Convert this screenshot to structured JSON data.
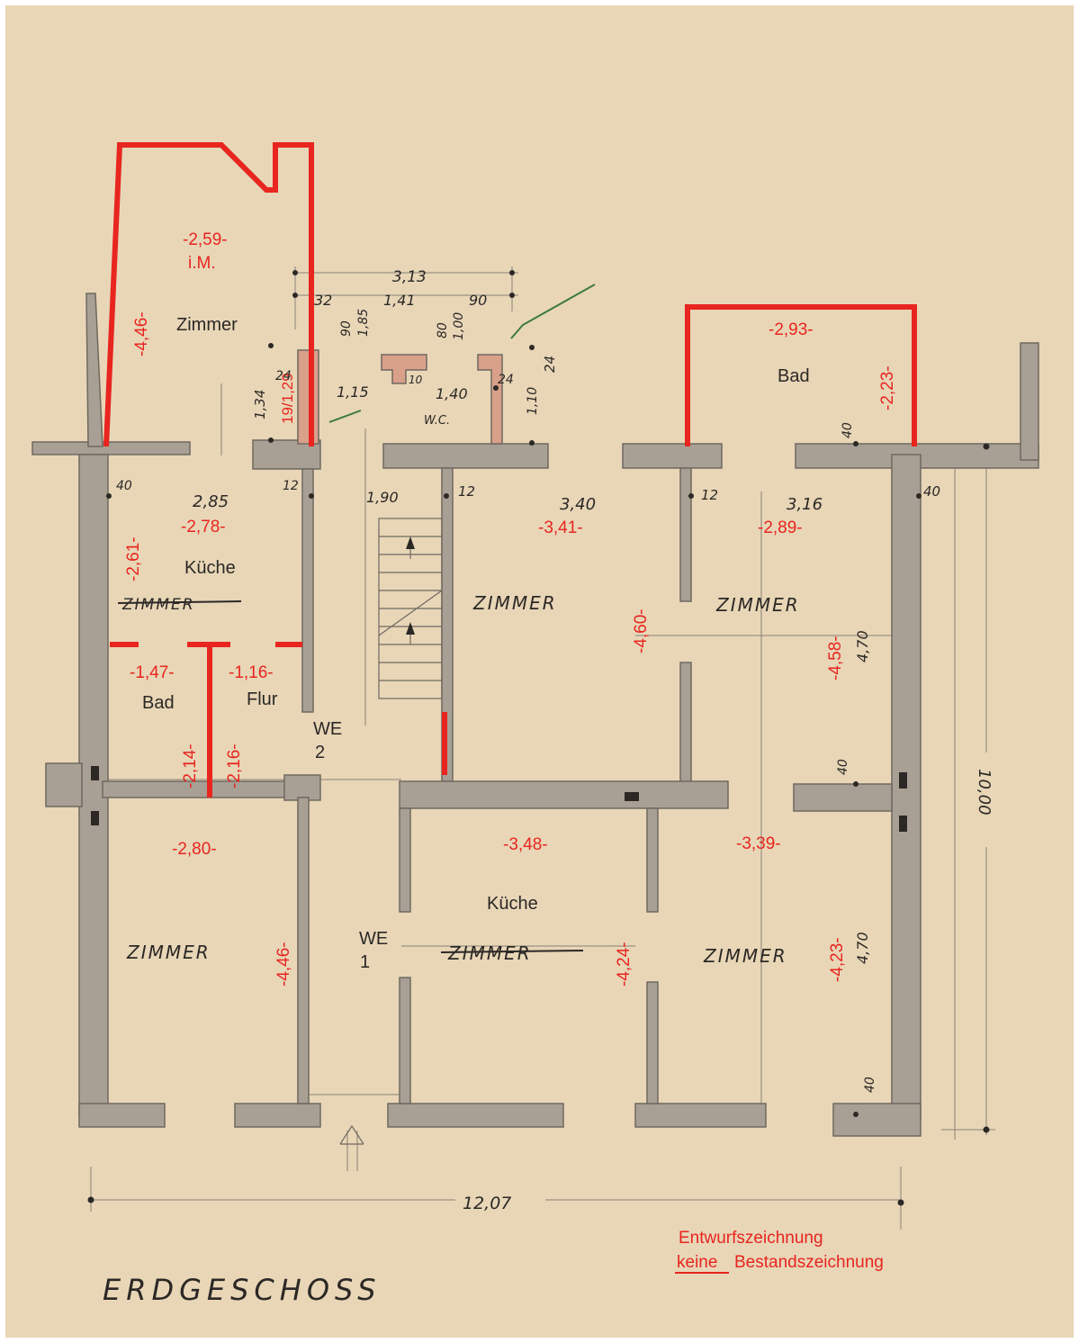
{
  "title": "ERDGESCHOSS",
  "note": {
    "line1": "Entwurfszeichnung",
    "keine": "keine",
    "rest": "Bestandszeichnung"
  },
  "colors": {
    "paper": "#e8d6b7",
    "wall": "#a9a095",
    "red": "#e8251f",
    "ink": "#2b2825"
  },
  "room_labels": {
    "zimmer_extension": "Zimmer",
    "bad_right": "Bad",
    "kueche_top": "Küche",
    "bad_small": "Bad",
    "flur": "Flur",
    "we2_a": "WE",
    "we2_b": "2",
    "we1_a": "WE",
    "we1_b": "1",
    "kueche_bottom": "Küche",
    "wc": "W.C.",
    "zimmer_crossed_top": "ZIMMER",
    "zimmer_mid": "ZIMMER",
    "zimmer_right_top": "ZIMMER",
    "zimmer_left_bottom": "ZIMMER",
    "zimmer_crossed_bottom": "ZIMMER",
    "zimmer_right_bottom": "ZIMMER"
  },
  "red_dims": {
    "ext_area": "-2,59-",
    "ext_area_note": "i.M.",
    "ext_depth": "-4,46-",
    "bad_width": "-2,93-",
    "bad_depth": "-2,23-",
    "stair_19": "19/1,29",
    "kueche_w": "-2,78-",
    "kueche_d": "-2,61-",
    "mid_w": "-3,41-",
    "right_w": "-2,89-",
    "mid_d": "-4,60-",
    "right_d": "-4,58-",
    "bad_w": "-1,47-",
    "flur_w": "-1,16-",
    "bad_d": "-2,14-",
    "flur_d": "-2,16-",
    "left_w": "-2,80-",
    "left_d": "-4,46-",
    "kueche_b_w": "-3,48-",
    "kueche_b_d": "-4,24-",
    "right_b_w": "-3,39-",
    "right_b_d": "-4,23-"
  },
  "hand_dims": {
    "d_313": "3,13",
    "d_32": "32",
    "d_141": "1,41",
    "d_90": "90",
    "d_90v": "90",
    "d_185": "1,85",
    "d_80": "80",
    "d_100": "1,00",
    "d_134": "1,34",
    "d_24a": "24",
    "d_115": "1,15",
    "d_10": "10",
    "d_140": "1,40",
    "d_24b": "24",
    "d_110": "1,10",
    "d_24c": "24",
    "d_40a": "40",
    "d_285": "2,85",
    "d_12a": "12",
    "d_190": "1,90",
    "d_12b": "12",
    "d_340": "3,40",
    "d_12c": "12",
    "d_316": "3,16",
    "d_40b": "40",
    "d_40c": "40",
    "d_470a": "4,70",
    "d_40d": "40",
    "d_470b": "4,70",
    "d_40e": "40",
    "d_1000": "10,00",
    "d_1207": "12,07"
  }
}
